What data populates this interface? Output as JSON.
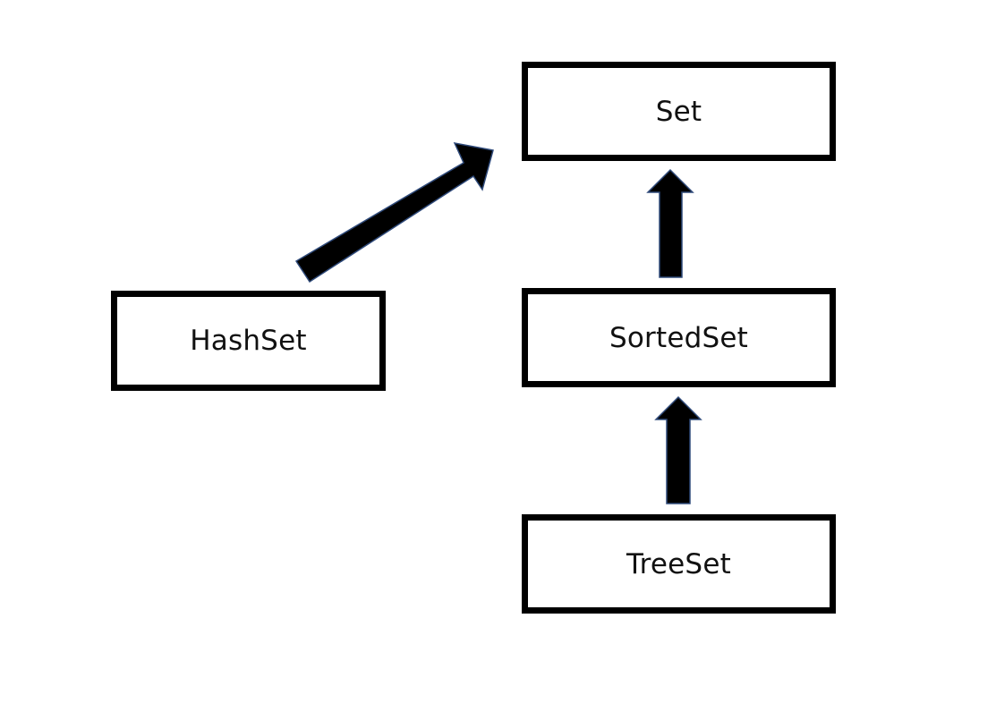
{
  "diagram": {
    "nodes": [
      {
        "id": "set",
        "label": "Set"
      },
      {
        "id": "sortedset",
        "label": "SortedSet"
      },
      {
        "id": "treeset",
        "label": "TreeSet"
      },
      {
        "id": "hashset",
        "label": "HashSet"
      }
    ],
    "edges": [
      {
        "from": "hashset",
        "to": "set"
      },
      {
        "from": "sortedset",
        "to": "set"
      },
      {
        "from": "treeset",
        "to": "sortedset"
      }
    ],
    "colors": {
      "box_border": "#000000",
      "arrow_fill": "#000000",
      "arrow_outline": "#2f4a7a",
      "background": "#ffffff"
    }
  }
}
